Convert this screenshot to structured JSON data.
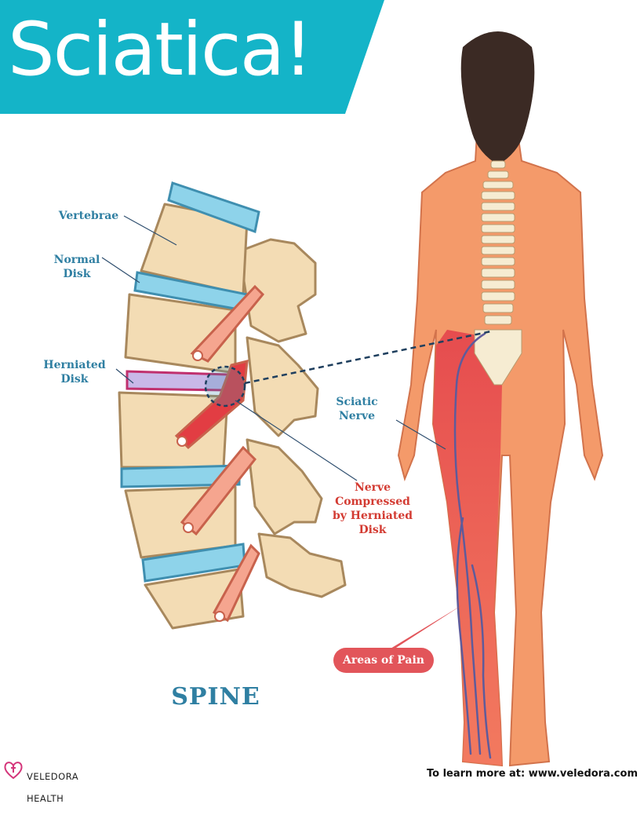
{
  "title": "Sciatica!",
  "colors": {
    "banner": "#14b4c8",
    "label_blue": "#2f7fa2",
    "label_red": "#d33b32",
    "bone": "#f3dcb4",
    "bone_outline": "#a8885d",
    "disk": "#8ed3ea",
    "skin": "#f49a6a",
    "pain": "#e5484d",
    "nerve": "#5e5b9b",
    "hair": "#3b2a24"
  },
  "labels": {
    "vertebrae": "Vertebrae",
    "normal_disk_line1": "Normal",
    "normal_disk_line2": "Disk",
    "herniated_disk_line1": "Herniated",
    "herniated_disk_line2": "Disk",
    "sciatic_nerve_line1": "Sciatic",
    "sciatic_nerve_line2": "Nerve",
    "compressed_line1": "Nerve",
    "compressed_line2": "Compressed",
    "compressed_line3": "by Herniated",
    "compressed_line4": "Disk",
    "areas_of_pain": "Areas of Pain",
    "spine": "SPINE"
  },
  "brand": {
    "name_line1": "VELEDORA",
    "name_line2": "HEALTH",
    "logo_icon": "heart-cross-logo-icon"
  },
  "footer": "To learn more at: www.veledora.com"
}
